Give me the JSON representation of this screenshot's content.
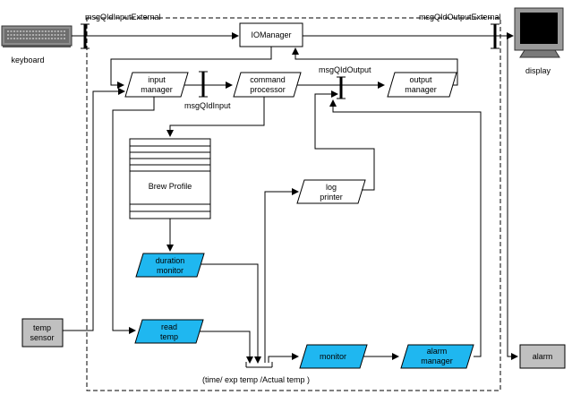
{
  "devices": {
    "keyboard": "keyboard",
    "display": "display",
    "temp_sensor": [
      "temp",
      "sensor"
    ],
    "alarm": "alarm"
  },
  "queues": {
    "input_external": "msgQIdInputExternal",
    "output_external": "msgQIdOutputExternal",
    "output": "msgQIdOutput",
    "input": "msgQIdInput"
  },
  "tasks": {
    "io_manager": "IOManager",
    "input_manager": [
      "input",
      "manager"
    ],
    "command_processor": [
      "command",
      "processor"
    ],
    "output_manager": [
      "output",
      "manager"
    ],
    "brew_profile": "Brew Profile",
    "log_printer": [
      "log",
      "printer"
    ],
    "duration_monitor": [
      "duration",
      "monitor"
    ],
    "read_temp": [
      "read",
      "temp"
    ],
    "monitor": "monitor",
    "alarm_manager": [
      "alarm",
      "manager"
    ]
  },
  "bottom_label": "(time/ exp temp /Actual temp )",
  "colors": {
    "task_blue": "#1fb7f0",
    "device_grey": "#c0c0c0",
    "line": "#000000"
  }
}
